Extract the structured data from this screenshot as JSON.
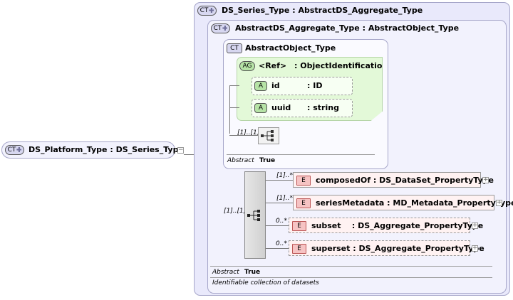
{
  "root": {
    "badge": "CT",
    "name": "DS_Platform_Type",
    "type": "DS_Series_Type"
  },
  "outer": {
    "badge": "CT",
    "name": "DS_Series_Type",
    "type": "AbstractDS_Aggregate_Type",
    "abstract_label": "Abstract",
    "abstract_value": "True",
    "doc": "Identifiable collection of datasets"
  },
  "middle": {
    "badge": "CT",
    "name": "AbstractDS_Aggregate_Type",
    "type": "AbstractObject_Type"
  },
  "inner": {
    "badge": "CT",
    "name": "AbstractObject_Type",
    "abstract_label": "Abstract",
    "abstract_value": "True",
    "seq_cardinality": "[1]..[1]"
  },
  "attribute_group": {
    "badge": "AG",
    "ref": "<Ref>",
    "name": "ObjectIdentification",
    "attributes": [
      {
        "badge": "A",
        "name": "id",
        "type": "ID"
      },
      {
        "badge": "A",
        "name": "uuid",
        "type": "string"
      }
    ]
  },
  "sequence": {
    "cardinality": "[1]..[1]",
    "elements": [
      {
        "badge": "E",
        "name": "composedOf",
        "type": "DS_DataSet_PropertyType",
        "cardinality": "[1]..*"
      },
      {
        "badge": "E",
        "name": "seriesMetadata",
        "type": "MD_Metadata_PropertyType",
        "cardinality": "[1]..*"
      },
      {
        "badge": "E",
        "name": "subset",
        "type": "DS_Aggregate_PropertyType",
        "cardinality": "0..*"
      },
      {
        "badge": "E",
        "name": "superset",
        "type": "DS_Aggregate_PropertyType",
        "cardinality": "0..*"
      }
    ]
  },
  "separator": ":",
  "colors": {
    "ct_fill": "#e9e9fb",
    "ag_fill": "#e3f9d8",
    "element_fill": "#fff2f2",
    "border": "#a6a6c9"
  }
}
